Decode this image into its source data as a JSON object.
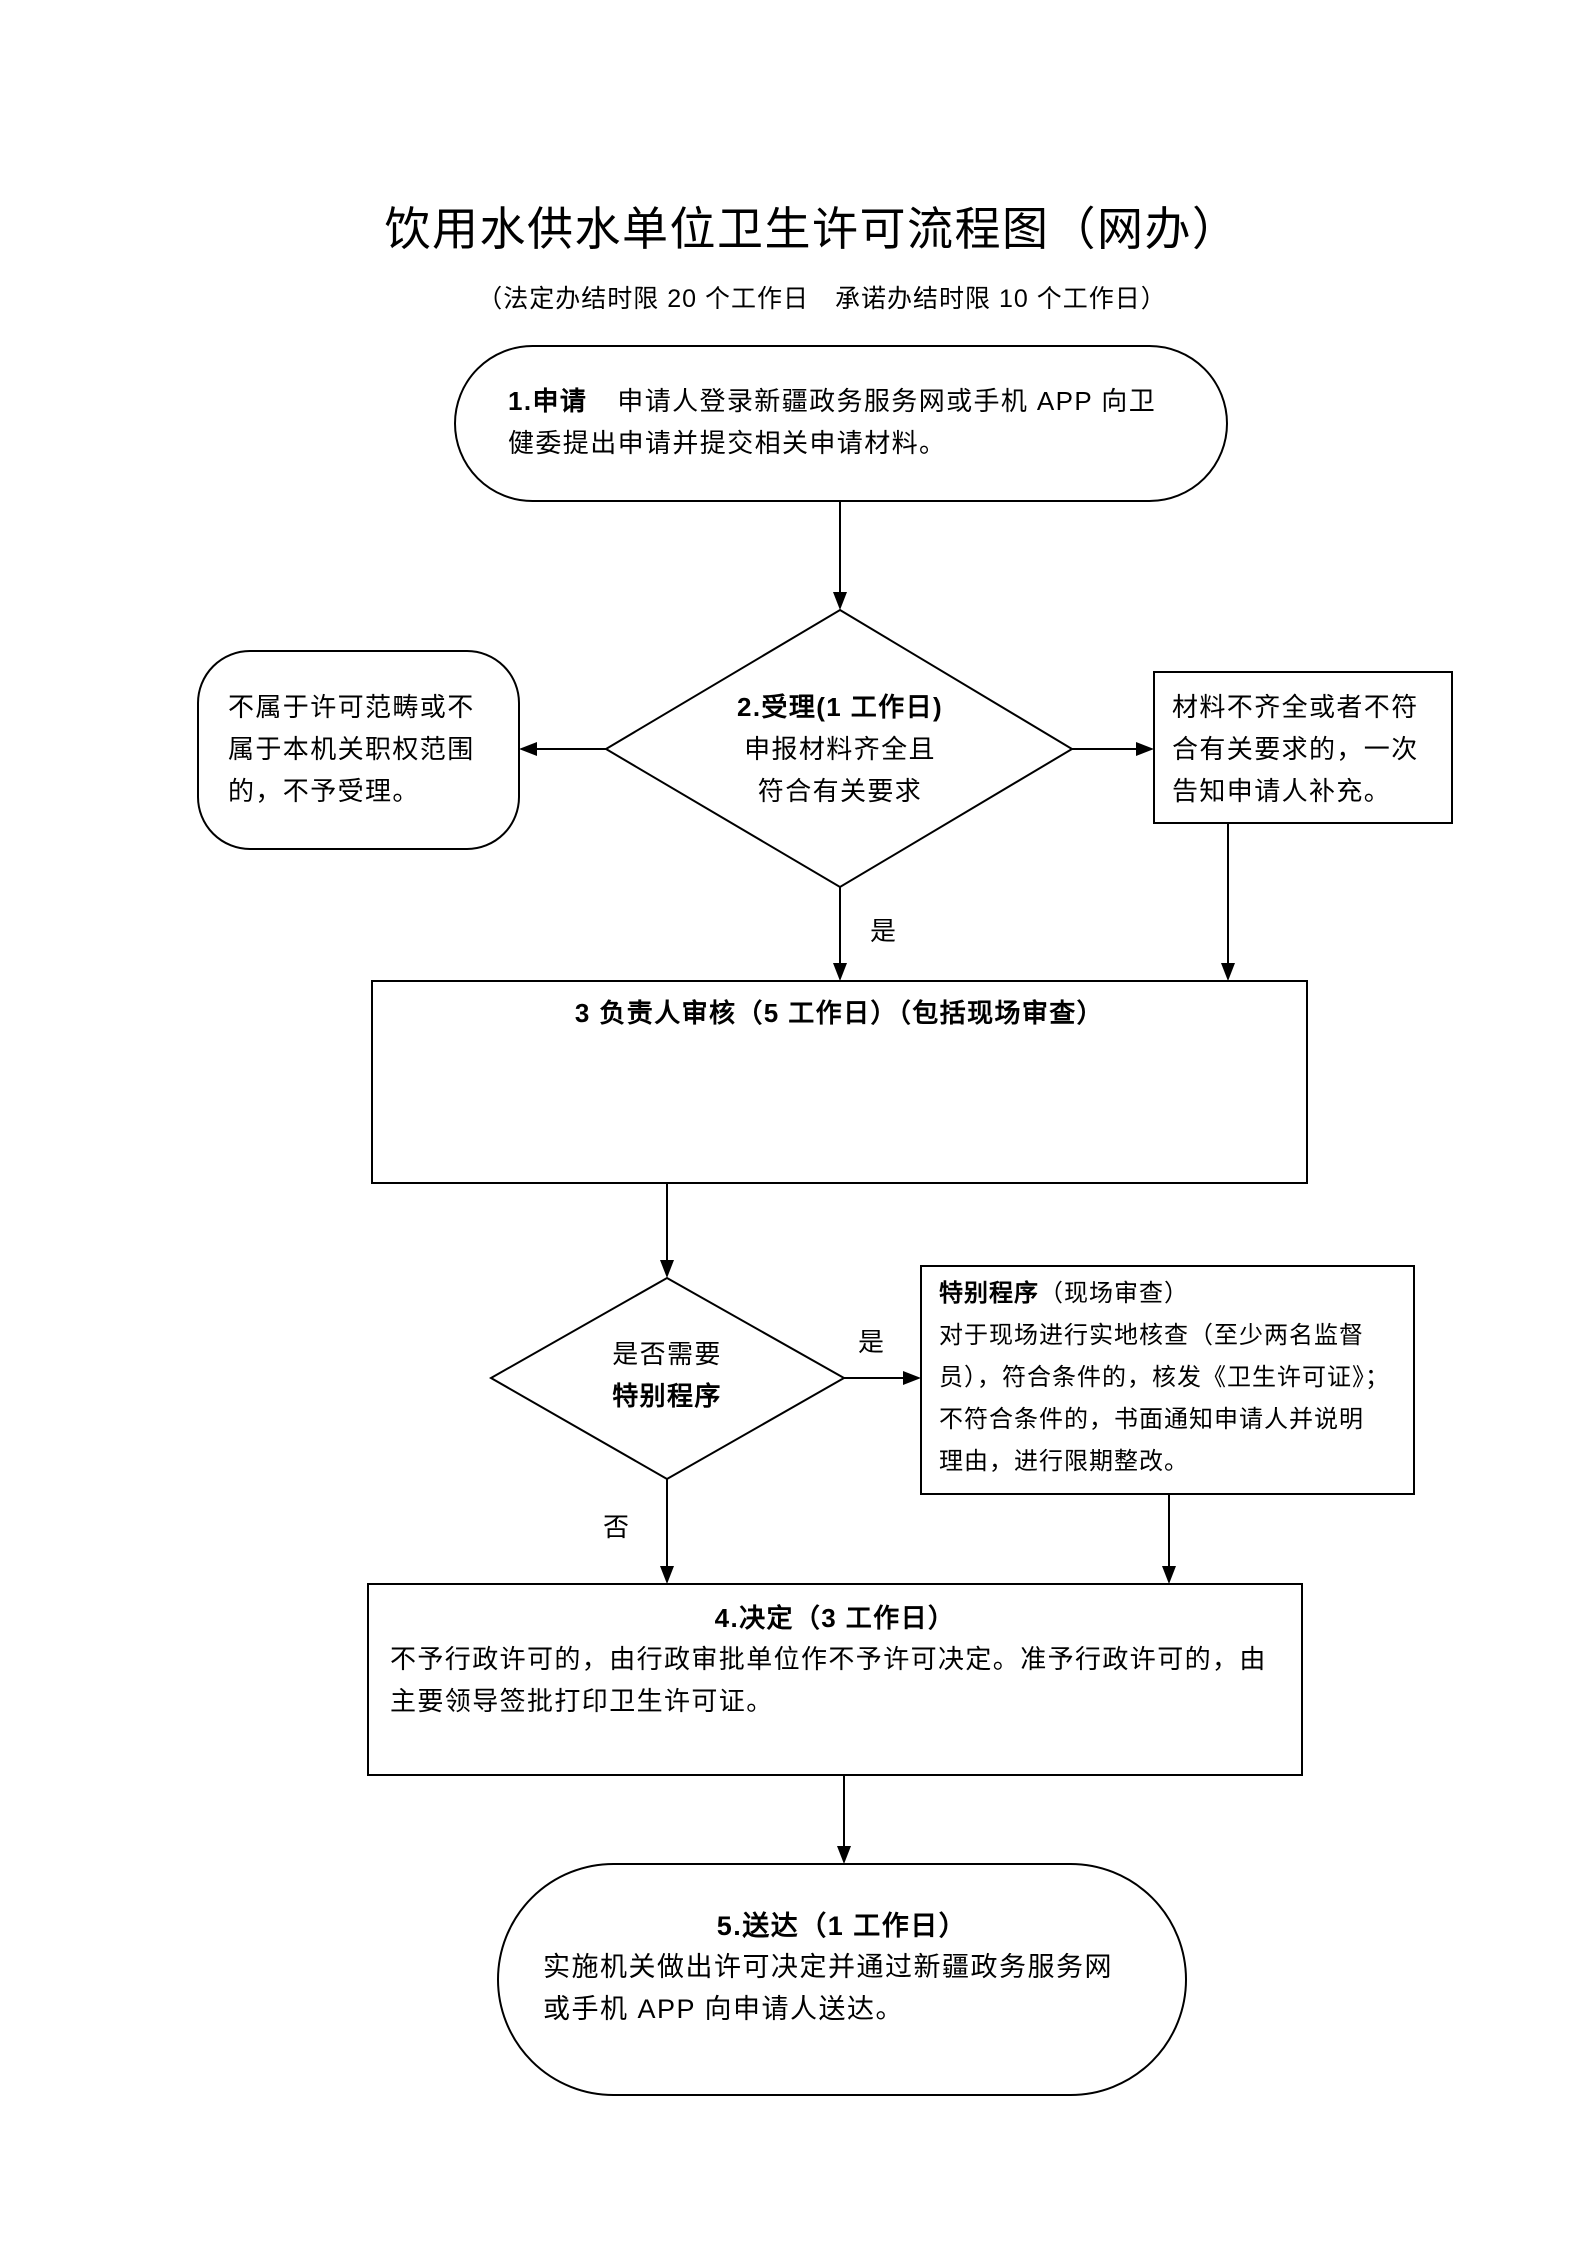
{
  "page": {
    "title": "饮用水供水单位卫生许可流程图（网办）",
    "subtitle": "（法定办结时限 20 个工作日　承诺办结时限 10 个工作日）"
  },
  "flowchart": {
    "apply": {
      "label": "1.申请",
      "lines": [
        "申请人登录新疆政务服务网或手机 APP 向卫",
        "健委提出申请并提交相关申请材料。"
      ]
    },
    "accept": {
      "title": "2.受理(1 工作日)",
      "lines": [
        "申报材料齐全且",
        "符合有关要求"
      ]
    },
    "reject": {
      "lines": [
        "不属于许可范畴或不",
        "属于本机关职权范围",
        "的，不予受理。"
      ]
    },
    "supplement": {
      "lines": [
        "材料不齐全或者不符",
        "合有关要求的，一次",
        "告知申请人补充。"
      ]
    },
    "accept_yes_label": "是",
    "review": {
      "title": "3 负责人审核（5 工作日）（包括现场审查）"
    },
    "special_check": {
      "lines": [
        "是否需要",
        "特别程序"
      ]
    },
    "special_yes_label": "是",
    "special_no_label": "否",
    "special_procedure": {
      "title": "特别程序",
      "title_note": "（现场审查）",
      "lines": [
        "对于现场进行实地核查（至少两名监督",
        "员），符合条件的，核发《卫生许可证》；",
        "不符合条件的，书面通知申请人并说明",
        "理由，进行限期整改。"
      ]
    },
    "decision": {
      "title": "4.决定（3 工作日）",
      "lines": [
        "不予行政许可的，由行政审批单位作不予许可决定。准予行政许可的，由",
        "主要领导签批打印卫生许可证。"
      ]
    },
    "delivery": {
      "title": "5.送达（1 工作日）",
      "lines": [
        "实施机关做出许可决定并通过新疆政务服务网",
        "或手机 APP 向申请人送达。"
      ]
    }
  }
}
